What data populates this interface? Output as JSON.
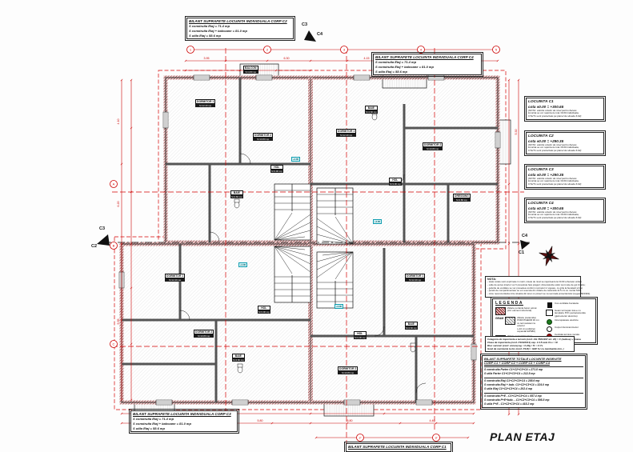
{
  "plan_title": "PLAN ETAJ",
  "balance_c2": {
    "title": "BILANT SUPRAFETE LOCUINTA INDIVIDUALA CORP C2",
    "l1": "S construita Etaj = 71.4 mp",
    "l2": "S construita Etaj + balcoane = 81.0 mp",
    "l3": "S utila Etaj = 58.6 mp"
  },
  "balance_c4": {
    "title": "BILANT SUPRAFETE LOCUINTA INDIVIDUALA CORP C4",
    "l1": "S construita Etaj = 71.4 mp",
    "l2": "S construita Etaj + balcoane = 81.0 mp",
    "l3": "S utila Etaj = 58.6 mp"
  },
  "balance_c3": {
    "title": "BILANT SUPRAFETE LOCUINTA INDIVIDUALA CORP C3",
    "l1": "S construita Etaj = 71.4 mp",
    "l2": "S construita Etaj + balcoane = 81.0 mp",
    "l3": "S utila Etaj = 58.6 mp"
  },
  "balance_c1": {
    "title": "BILANT SUPRAFETE LOCUINTA INDIVIDUALA CORP C1"
  },
  "locuinte": [
    {
      "name": "LOCUINTA C1",
      "cota": "cota  ±0.00 = +300.65",
      "n1": "(NOTA: valorile cotelor de nivel pentru fiecare",
      "n2": "locuinta se vor raporta la cota ±0.00 individuala,",
      "n3": "CTa/Tn sunt prezentate pe planul de situatie 6.02)"
    },
    {
      "name": "LOCUINTA C2",
      "cota": "cota  ±0.00 = +290.35",
      "n1": "(NOTA: valorile cotelor de nivel pentru fiecare",
      "n2": "locuinta se vor raporta la cota ±0.00 individuala,",
      "n3": "CTa/Tn sunt prezentate pe planul de situatie 6.02)"
    },
    {
      "name": "LOCUINTA C3",
      "cota": "cota  ±0.00 = +290.35",
      "n1": "(NOTA: valorile cotelor de nivel pentru fiecare",
      "n2": "locuinta se vor raporta la cota ±0.00 individuala,",
      "n3": "CTa/Tn sunt prezentate pe planul de situatie 6.02)"
    },
    {
      "name": "LOCUINTA C4",
      "cota": "cota  ±0.00 = +300.65",
      "n1": "(NOTA: valorile cotelor de nivel pentru fiecare",
      "n2": "locuinta se vor raporta la cota ±0.00 individuala,",
      "n3": "CTa/Tn sunt prezentate pe planul de situatie 6.02)"
    }
  ],
  "nota": {
    "title": "NOTA:",
    "lines": [
      "- toate cotele sunt exprimate in metri; cotele de nivel se raporteaza la ±0.00 a fiecarei unitati;",
      "- usile de acces interior vor fi prevazute fara praguri; dimensiunile usilor sunt cele de gol zidarie;",
      "- golurile de ventilare se vor prevedea conform normelor in vigoare, cu grile la bucatarii si bai;",
      "- peretii de compartimentare se vor executa din zidarie de caramida 11.5 cm cu mortar M10;",
      "- orice neconcordanta intre situatia din teren si proiect se va semnala proiectantului (Legea 50/1991)."
    ]
  },
  "legend": {
    "title": "LEGENDA",
    "walls": [
      {
        "l1": "Zidarie portanta beton armat",
        "l2": "(zid. element structural)"
      },
      {
        "tag": "GEAM",
        "l1": "Zidarie (caramida) POROTHERM 30 cm",
        "l2": "cu termosistem la exterior",
        "l3": "(+10 cm polistiren expandat EPS80)"
      },
      {
        "l1": "Zidarie compartimentare",
        "l2": "(caramida 11.5 / 10 cm)"
      }
    ],
    "symbols": [
      {
        "label": "Cos ventilatie bucatarie"
      },
      {
        "l1": "Geam termopan low-e cu",
        "l2": "tamplarie PVC pentacamerala",
        "l3": "(glaf exterior aluminiu)"
      },
      {
        "label": "Intrerupatoare electrice"
      },
      {
        "label": "Corpuri iluminat interior"
      },
      {
        "label": "Centrala termica murala"
      }
    ]
  },
  "tech": {
    "lines": [
      "Categoria de importanta a lucrarii (conf. HG 766/1997 art. 22) = C (redusa) + Anexa",
      "Clasa de importanta (conf. P100/2013) cap. 4.4.5 este CLs = III",
      "Risc seismic (conf. zonare) ag = 0.20g / Tc = 0.7s",
      "Grad de rezistenta la foc (conf. P118) = GRF II ( cu mentiunile min. )"
    ]
  },
  "totals": {
    "t1": "BILANT SUPRAFETE TOTALE LOCUINTE INSIRUITE",
    "t2": "CORP C1 + CORP C2 + CORP C3  + CORP C4",
    "g1": [
      "S construita Parter C1+C2+C3+C4 = 271.8 mp",
      "S utila Parter C1+C2+C3+C4 = 212.8 mp"
    ],
    "g2": [
      "S construita Etaj C1+C2+C3+C4  = 285.6 mp",
      "S construita Etaj + balc. C1+C2+C3+C4  = 324.0 mp",
      "S utila Etaj C1+C2+C3+C4  = 202.4 mp"
    ],
    "g3": [
      "S construita P+E - C1+C2+C3+C4  = 557.4 mp",
      "S construita P+E+balc. - C1+C2+C3+C4  = 595.8 mp",
      "S utila P+E - C1+C2+C3+C4  = 415.2 mp"
    ]
  },
  "markers": {
    "top_a": "C3",
    "top_b": "C4",
    "left_a": "C3",
    "left_b": "C2",
    "right_a": "C4",
    "right_b": "C1"
  },
  "axes": {
    "top": [
      "1",
      "2",
      "3",
      "4",
      "5"
    ],
    "left": [
      "A",
      "B",
      "C"
    ],
    "bottom": [
      "2'",
      "3'"
    ]
  },
  "dims": {
    "top": [
      "3.95",
      "6.30",
      "4.15",
      "6.30"
    ],
    "left": [
      "4.10",
      "6.20",
      "5.95"
    ],
    "right": [
      "5.30",
      "6.45",
      "5.05"
    ],
    "bottom": [
      "4.40",
      "5.80",
      "5.80",
      "4.40"
    ]
  },
  "levels": [
    "+2.85",
    "+2.85",
    "+2.85",
    "+2.85"
  ],
  "rooms": [
    {
      "name": "DORMITOR 1",
      "area": "S=12.40 mp"
    },
    {
      "name": "DORMITOR 2",
      "area": "S=10.80 mp"
    },
    {
      "name": "BAIE",
      "area": "S=4.60 mp"
    },
    {
      "name": "HOL",
      "area": "S=3.90 mp"
    },
    {
      "name": "BALCON",
      "area": "S=4.80 mp"
    },
    {
      "name": "DORMITOR 1",
      "area": "S=12.40 mp"
    },
    {
      "name": "DORMITOR 2",
      "area": "S=10.80 mp"
    },
    {
      "name": "BAIE",
      "area": "S=4.60 mp"
    },
    {
      "name": "HOL",
      "area": "S=3.90 mp"
    },
    {
      "name": "DRESSING",
      "area": "S=2.80 mp"
    },
    {
      "name": "DORMITOR 1",
      "area": "S=12.40 mp"
    },
    {
      "name": "DORMITOR 2",
      "area": "S=10.80 mp"
    },
    {
      "name": "BAIE",
      "area": "S=4.60 mp"
    },
    {
      "name": "HOL",
      "area": "S=3.90 mp"
    },
    {
      "name": "DORMITOR 1",
      "area": "S=12.40 mp"
    },
    {
      "name": "DORMITOR 2",
      "area": "S=10.80 mp"
    },
    {
      "name": "BAIE",
      "area": "S=4.60 mp"
    },
    {
      "name": "HOL",
      "area": "S=3.90 mp"
    }
  ]
}
